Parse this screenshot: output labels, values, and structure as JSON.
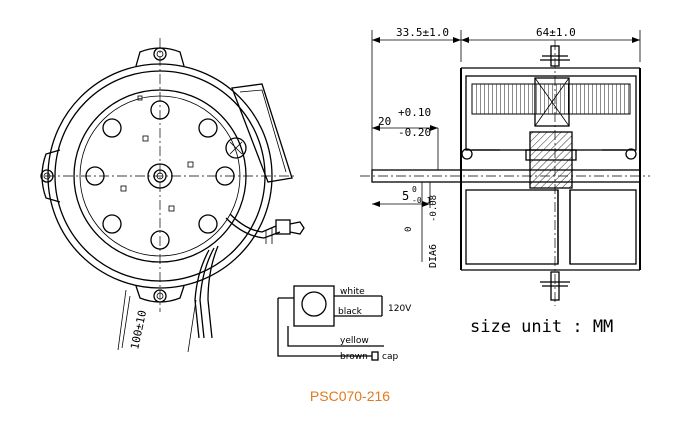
{
  "colors": {
    "caption": "#e2791c",
    "line": "#000000"
  },
  "model": "PSC070-216",
  "dimensions": {
    "shaft_length": "33.5±1.0",
    "body_length": "64±1.0",
    "flat_length": "20",
    "flat_tol_upper": "+0.10",
    "flat_tol_lower": "-0.20",
    "shoulder": "5",
    "shoulder_tol": "0",
    "shoulder_tol_lower": "-0.1",
    "shaft_diameter": "DIA6",
    "shaft_diam_tol_upper": "0",
    "shaft_diam_tol_lower": "-0.08",
    "lead_length": "100±10"
  },
  "wiring": {
    "white": "white",
    "black": "black",
    "yellow": "yellow",
    "brown": "brown",
    "cap": "cap",
    "voltage": "120V"
  },
  "unit_note": "size unit : MM"
}
